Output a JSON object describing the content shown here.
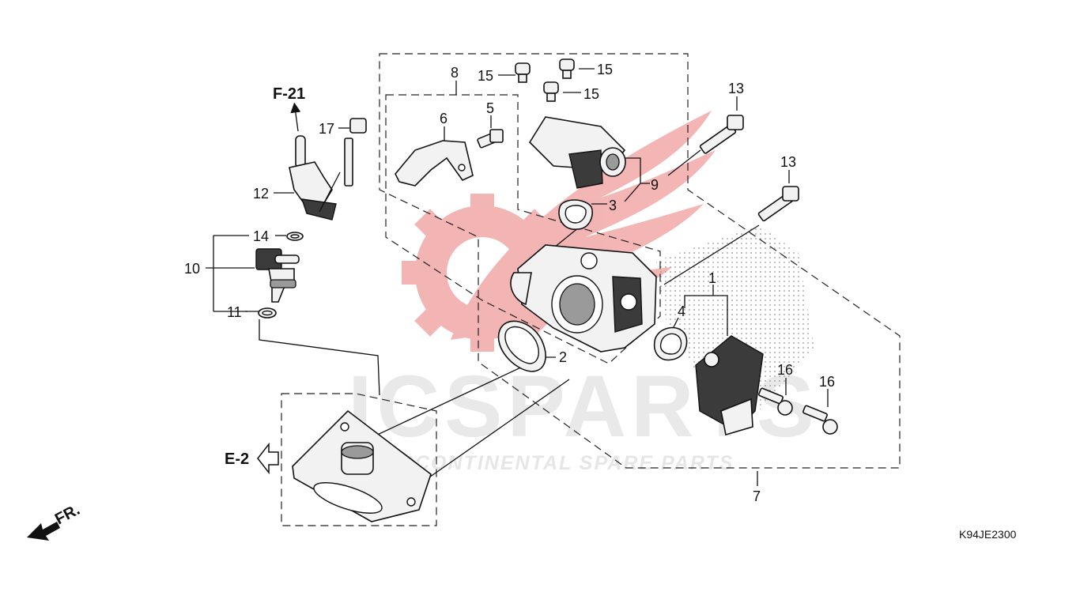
{
  "watermark": {
    "brand": "ICSPARTS",
    "tagline": "INTERCONTINENTAL SPARE PARTS",
    "colors": {
      "logo": "#e65a5a",
      "text": "#e9e9e9"
    }
  },
  "references": {
    "f21": "F-21",
    "e2": "E-2",
    "fr": "FR."
  },
  "diagram_code": "K94JE2300",
  "callouts": {
    "c1": "1",
    "c2": "2",
    "c3": "3",
    "c4": "4",
    "c5": "5",
    "c6": "6",
    "c7": "7",
    "c8": "8",
    "c9": "9",
    "c10": "10",
    "c11": "11",
    "c12": "12",
    "c13a": "13",
    "c13b": "13",
    "c14": "14",
    "c15a": "15",
    "c15b": "15",
    "c15c": "15",
    "c16a": "16",
    "c16b": "16",
    "c17": "17"
  }
}
